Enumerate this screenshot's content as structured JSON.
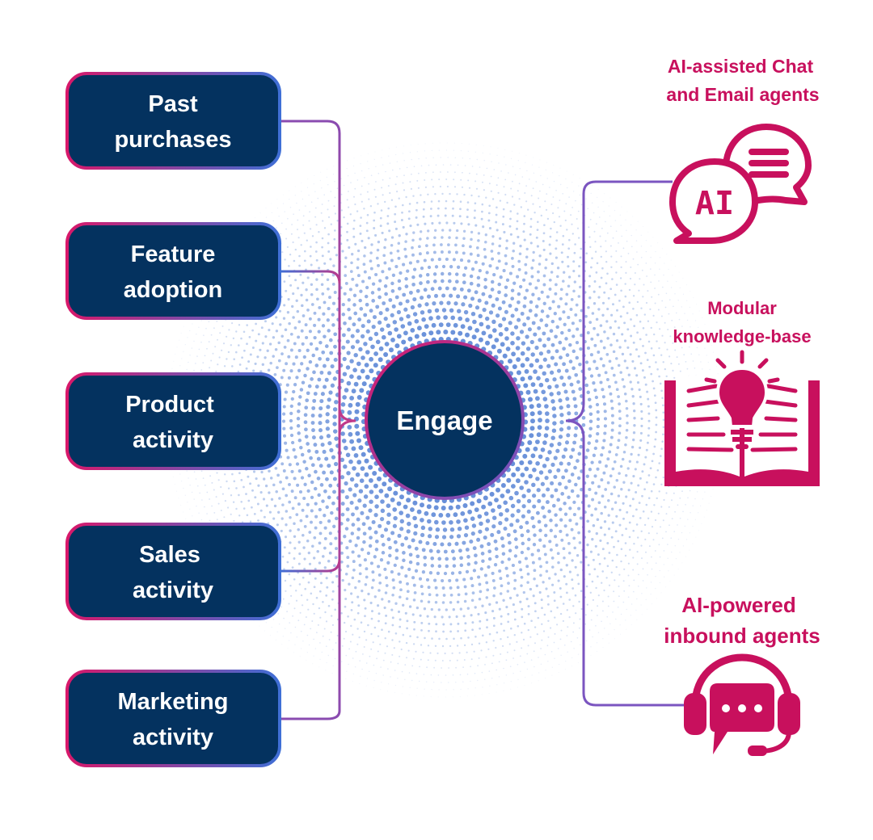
{
  "colors": {
    "navy": "#04325f",
    "blue": "#3f6fd6",
    "magenta": "#c8105d",
    "purple": "#8a4bb0",
    "dots": "#5b86d6"
  },
  "center": {
    "label": "Engage"
  },
  "inputs": [
    {
      "line1": "Past",
      "line2": "purchases"
    },
    {
      "line1": "Feature",
      "line2": "adoption"
    },
    {
      "line1": "Product",
      "line2": "activity"
    },
    {
      "line1": "Sales",
      "line2": "activity"
    },
    {
      "line1": "Marketing",
      "line2": "activity"
    }
  ],
  "outputs": [
    {
      "line1": "AI-assisted Chat",
      "line2": "and Email agents",
      "icon": "ai-chat-bubbles-icon",
      "icon_text": "AI"
    },
    {
      "line1": "Modular",
      "line2": "knowledge-base",
      "icon": "book-lightbulb-icon"
    },
    {
      "line1": "AI-powered",
      "line2": "inbound agents",
      "icon": "headset-chat-icon"
    }
  ]
}
